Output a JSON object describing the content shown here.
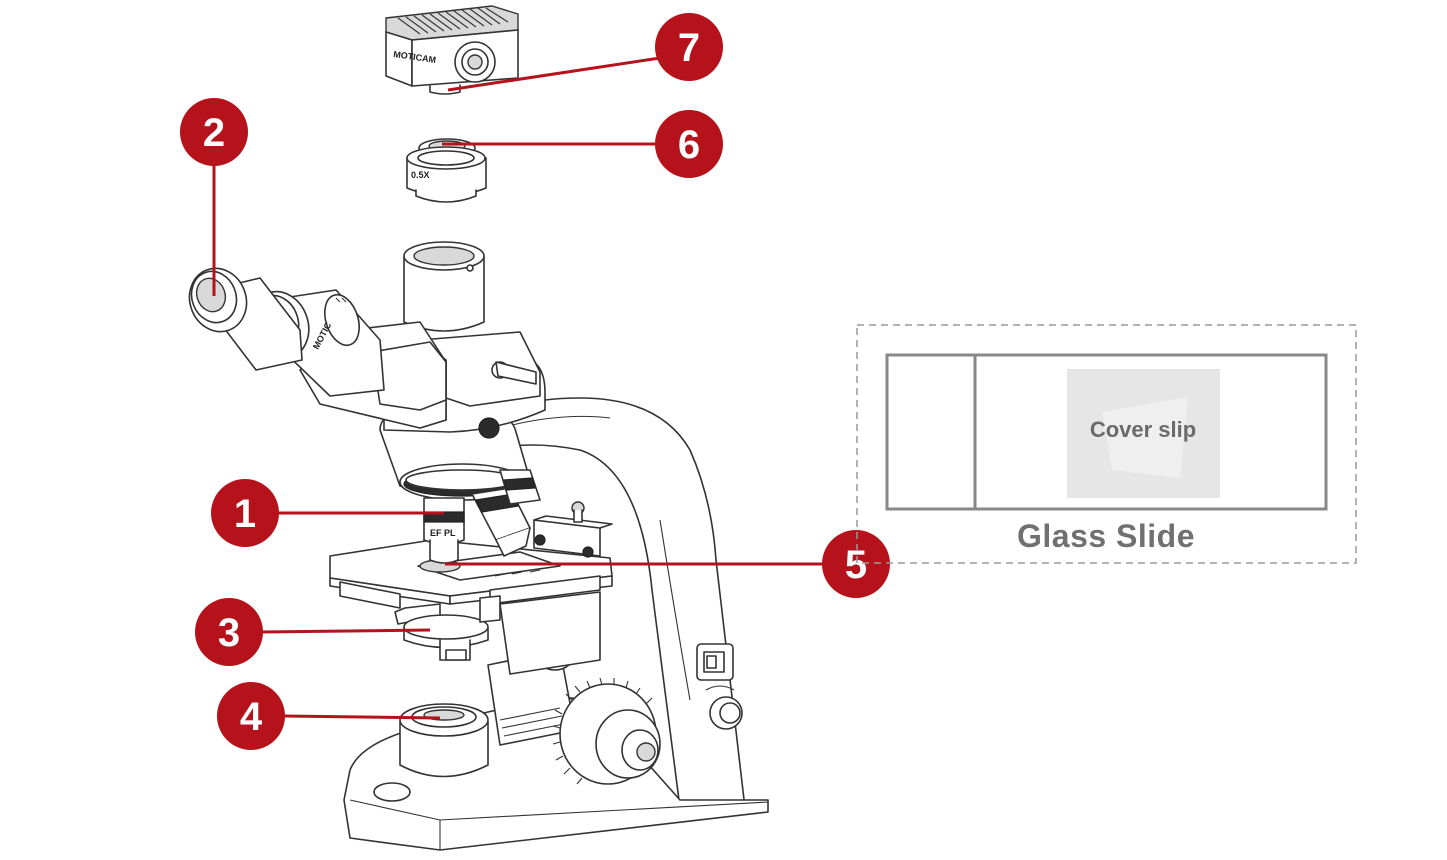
{
  "diagram": {
    "callouts": [
      {
        "id": "1",
        "label": "1"
      },
      {
        "id": "2",
        "label": "2"
      },
      {
        "id": "3",
        "label": "3"
      },
      {
        "id": "4",
        "label": "4"
      },
      {
        "id": "5",
        "label": "5"
      },
      {
        "id": "6",
        "label": "6"
      },
      {
        "id": "7",
        "label": "7"
      }
    ],
    "colors": {
      "callout": "#b5121b",
      "line_art": "#333333",
      "cover_slip": "#e6e6e6",
      "slide_title": "#707070"
    },
    "camera_brand": "MOTICAM",
    "adapter_mark": "0.5X",
    "head_brand": "MOTIC",
    "objective_mark": "EF PL",
    "slide_inset": {
      "cover_slip_label": "Cover slip",
      "title": "Glass Slide"
    }
  }
}
